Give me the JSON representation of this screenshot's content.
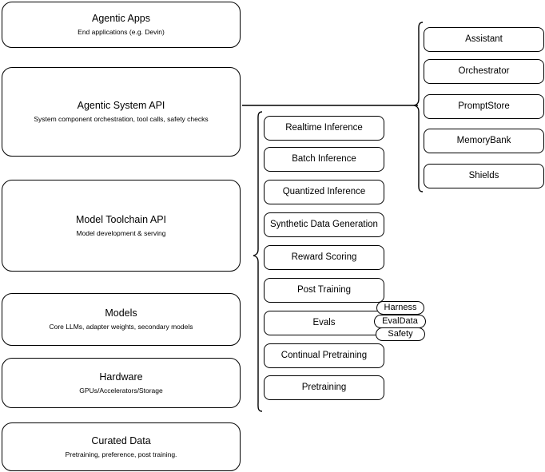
{
  "diagram": {
    "title": "AI stack layered architecture diagram",
    "background_color": "#ffffff",
    "stroke_color": "#000000"
  },
  "layers": [
    {
      "name": "agentic-apps",
      "title": "Agentic Apps",
      "subtitle": "End applications (e.g. Devin)"
    },
    {
      "name": "agentic-system-api",
      "title": "Agentic System API",
      "subtitle": "System component orchestration, tool calls, safety checks"
    },
    {
      "name": "model-toolchain-api",
      "title": "Model Toolchain API",
      "subtitle": "Model development & serving"
    },
    {
      "name": "models",
      "title": "Models",
      "subtitle": "Core LLMs, adapter weights, secondary models"
    },
    {
      "name": "hardware",
      "title": "Hardware",
      "subtitle": "GPUs/Accelerators/Storage"
    },
    {
      "name": "curated-data",
      "title": "Curated Data",
      "subtitle": "Pretraining, preference, post training."
    }
  ],
  "toolchain_components": [
    {
      "name": "realtime-inference",
      "label": "Realtime Inference"
    },
    {
      "name": "batch-inference",
      "label": "Batch Inference"
    },
    {
      "name": "quantized-inference",
      "label": "Quantized Inference"
    },
    {
      "name": "synthetic-data-generation",
      "label": "Synthetic Data Generation"
    },
    {
      "name": "reward-scoring",
      "label": "Reward Scoring"
    },
    {
      "name": "post-training",
      "label": "Post Training"
    },
    {
      "name": "evals",
      "label": "Evals"
    },
    {
      "name": "continual-pretraining",
      "label": "Continual Pretraining"
    },
    {
      "name": "pretraining",
      "label": "Pretraining"
    }
  ],
  "system_components": [
    {
      "name": "assistant",
      "label": "Assistant"
    },
    {
      "name": "orchestrator",
      "label": "Orchestrator"
    },
    {
      "name": "promptstore",
      "label": "PromptStore"
    },
    {
      "name": "memorybank",
      "label": "MemoryBank"
    },
    {
      "name": "shields",
      "label": "Shields"
    }
  ],
  "evals_badges": [
    {
      "name": "harness",
      "label": "Harness"
    },
    {
      "name": "evaldata",
      "label": "EvalData"
    },
    {
      "name": "safety",
      "label": "Safety"
    }
  ]
}
